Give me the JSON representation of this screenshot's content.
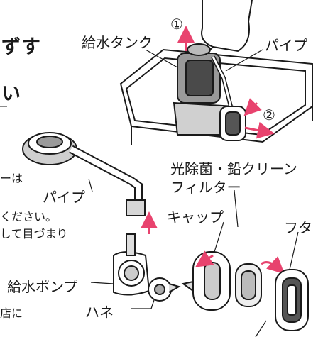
{
  "heading": {
    "line1": "ずす",
    "line2": "い"
  },
  "labels": {
    "water_tank": "給水タンク",
    "pipe_top": "パイプ",
    "pipe_left": "パイプ",
    "filter_line1": "光除菌・鉛クリーン",
    "filter_line2": "フィルター",
    "cap": "キャップ",
    "lid": "フタ",
    "pump": "給水ポンプ",
    "impeller": "ハネ",
    "step1": "①",
    "step2": "②"
  },
  "body_text": {
    "line1": "ーは",
    "line2": "ください。",
    "line3": "して目づまり",
    "line4": "店に"
  },
  "colors": {
    "accent_pink": "#e8436e",
    "line": "#1a1a1a",
    "shade": "#c8c8c8"
  }
}
